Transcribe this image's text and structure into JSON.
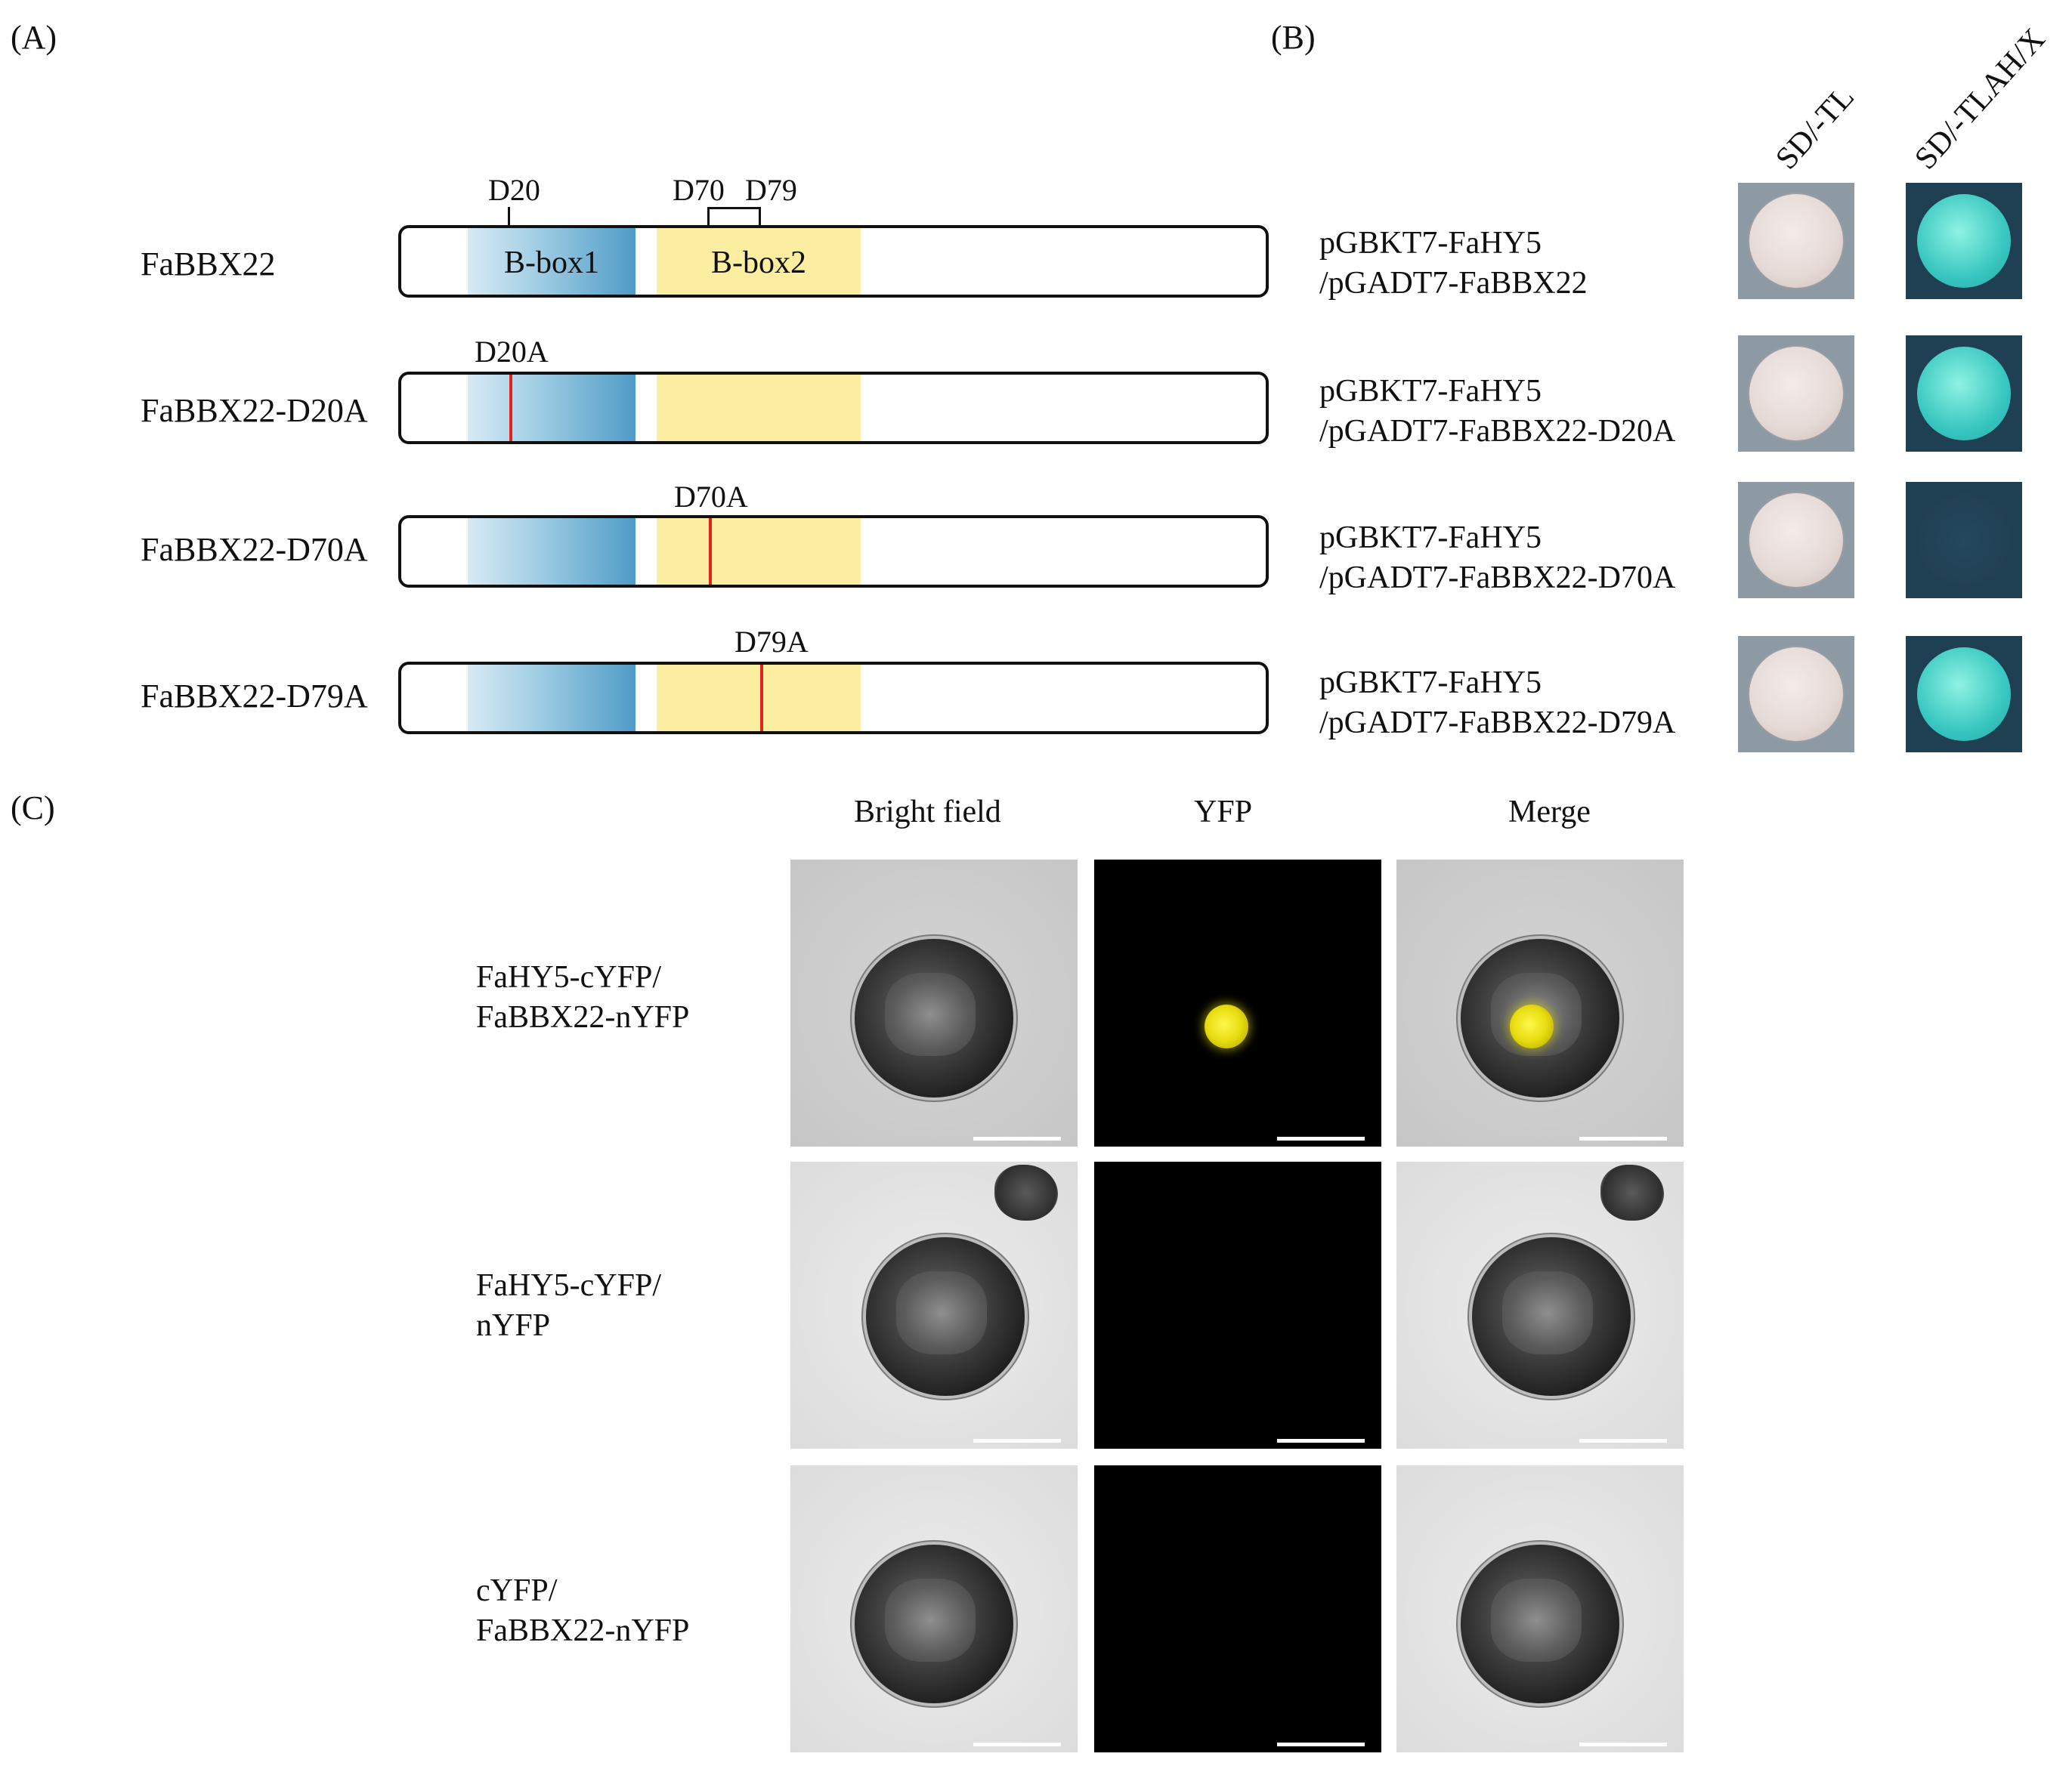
{
  "panels": {
    "A": "(A)",
    "B": "(B)",
    "C": "(C)"
  },
  "panel_a": {
    "sites": [
      "D20",
      "D70",
      "D79"
    ],
    "domains": {
      "box1": "B-box1",
      "box2": "B-box2"
    },
    "rows": [
      {
        "label": "FaBBX22",
        "mutation": ""
      },
      {
        "label": "FaBBX22-D20A",
        "mutation": "D20A"
      },
      {
        "label": "FaBBX22-D70A",
        "mutation": "D70A"
      },
      {
        "label": "FaBBX22-D79A",
        "mutation": "D79A"
      }
    ]
  },
  "panel_b": {
    "media": [
      "SD/-TL",
      "SD/-TLAH/X"
    ],
    "rows": [
      {
        "line1": "pGBKT7-FaHY5",
        "line2": "/pGADT7-FaBBX22",
        "growth_sd_tl": "white",
        "growth_sd_tlahx": "blue"
      },
      {
        "line1": "pGBKT7-FaHY5",
        "line2": "/pGADT7-FaBBX22-D20A",
        "growth_sd_tl": "white",
        "growth_sd_tlahx": "blue"
      },
      {
        "line1": "pGBKT7-FaHY5",
        "line2": "/pGADT7-FaBBX22-D70A",
        "growth_sd_tl": "white",
        "growth_sd_tlahx": "none"
      },
      {
        "line1": "pGBKT7-FaHY5",
        "line2": "/pGADT7-FaBBX22-D79A",
        "growth_sd_tl": "white",
        "growth_sd_tlahx": "blue"
      }
    ]
  },
  "panel_c": {
    "columns": [
      "Bright field",
      "YFP",
      "Merge"
    ],
    "rows": [
      {
        "line1": "FaHY5-cYFP/",
        "line2": "FaBBX22-nYFP",
        "yfp_signal": "yellow nucleus"
      },
      {
        "line1": "FaHY5-cYFP/",
        "line2": "nYFP",
        "yfp_signal": "none"
      },
      {
        "line1": "cYFP/",
        "line2": "FaBBX22-nYFP",
        "yfp_signal": "none"
      }
    ]
  },
  "colors": {
    "bbox1": "#4f9bc7",
    "bbox2": "#fbeea0",
    "mutation_line": "#e0241b",
    "yfp": "#f0e420",
    "xgal_blue": "#39c7c0"
  }
}
